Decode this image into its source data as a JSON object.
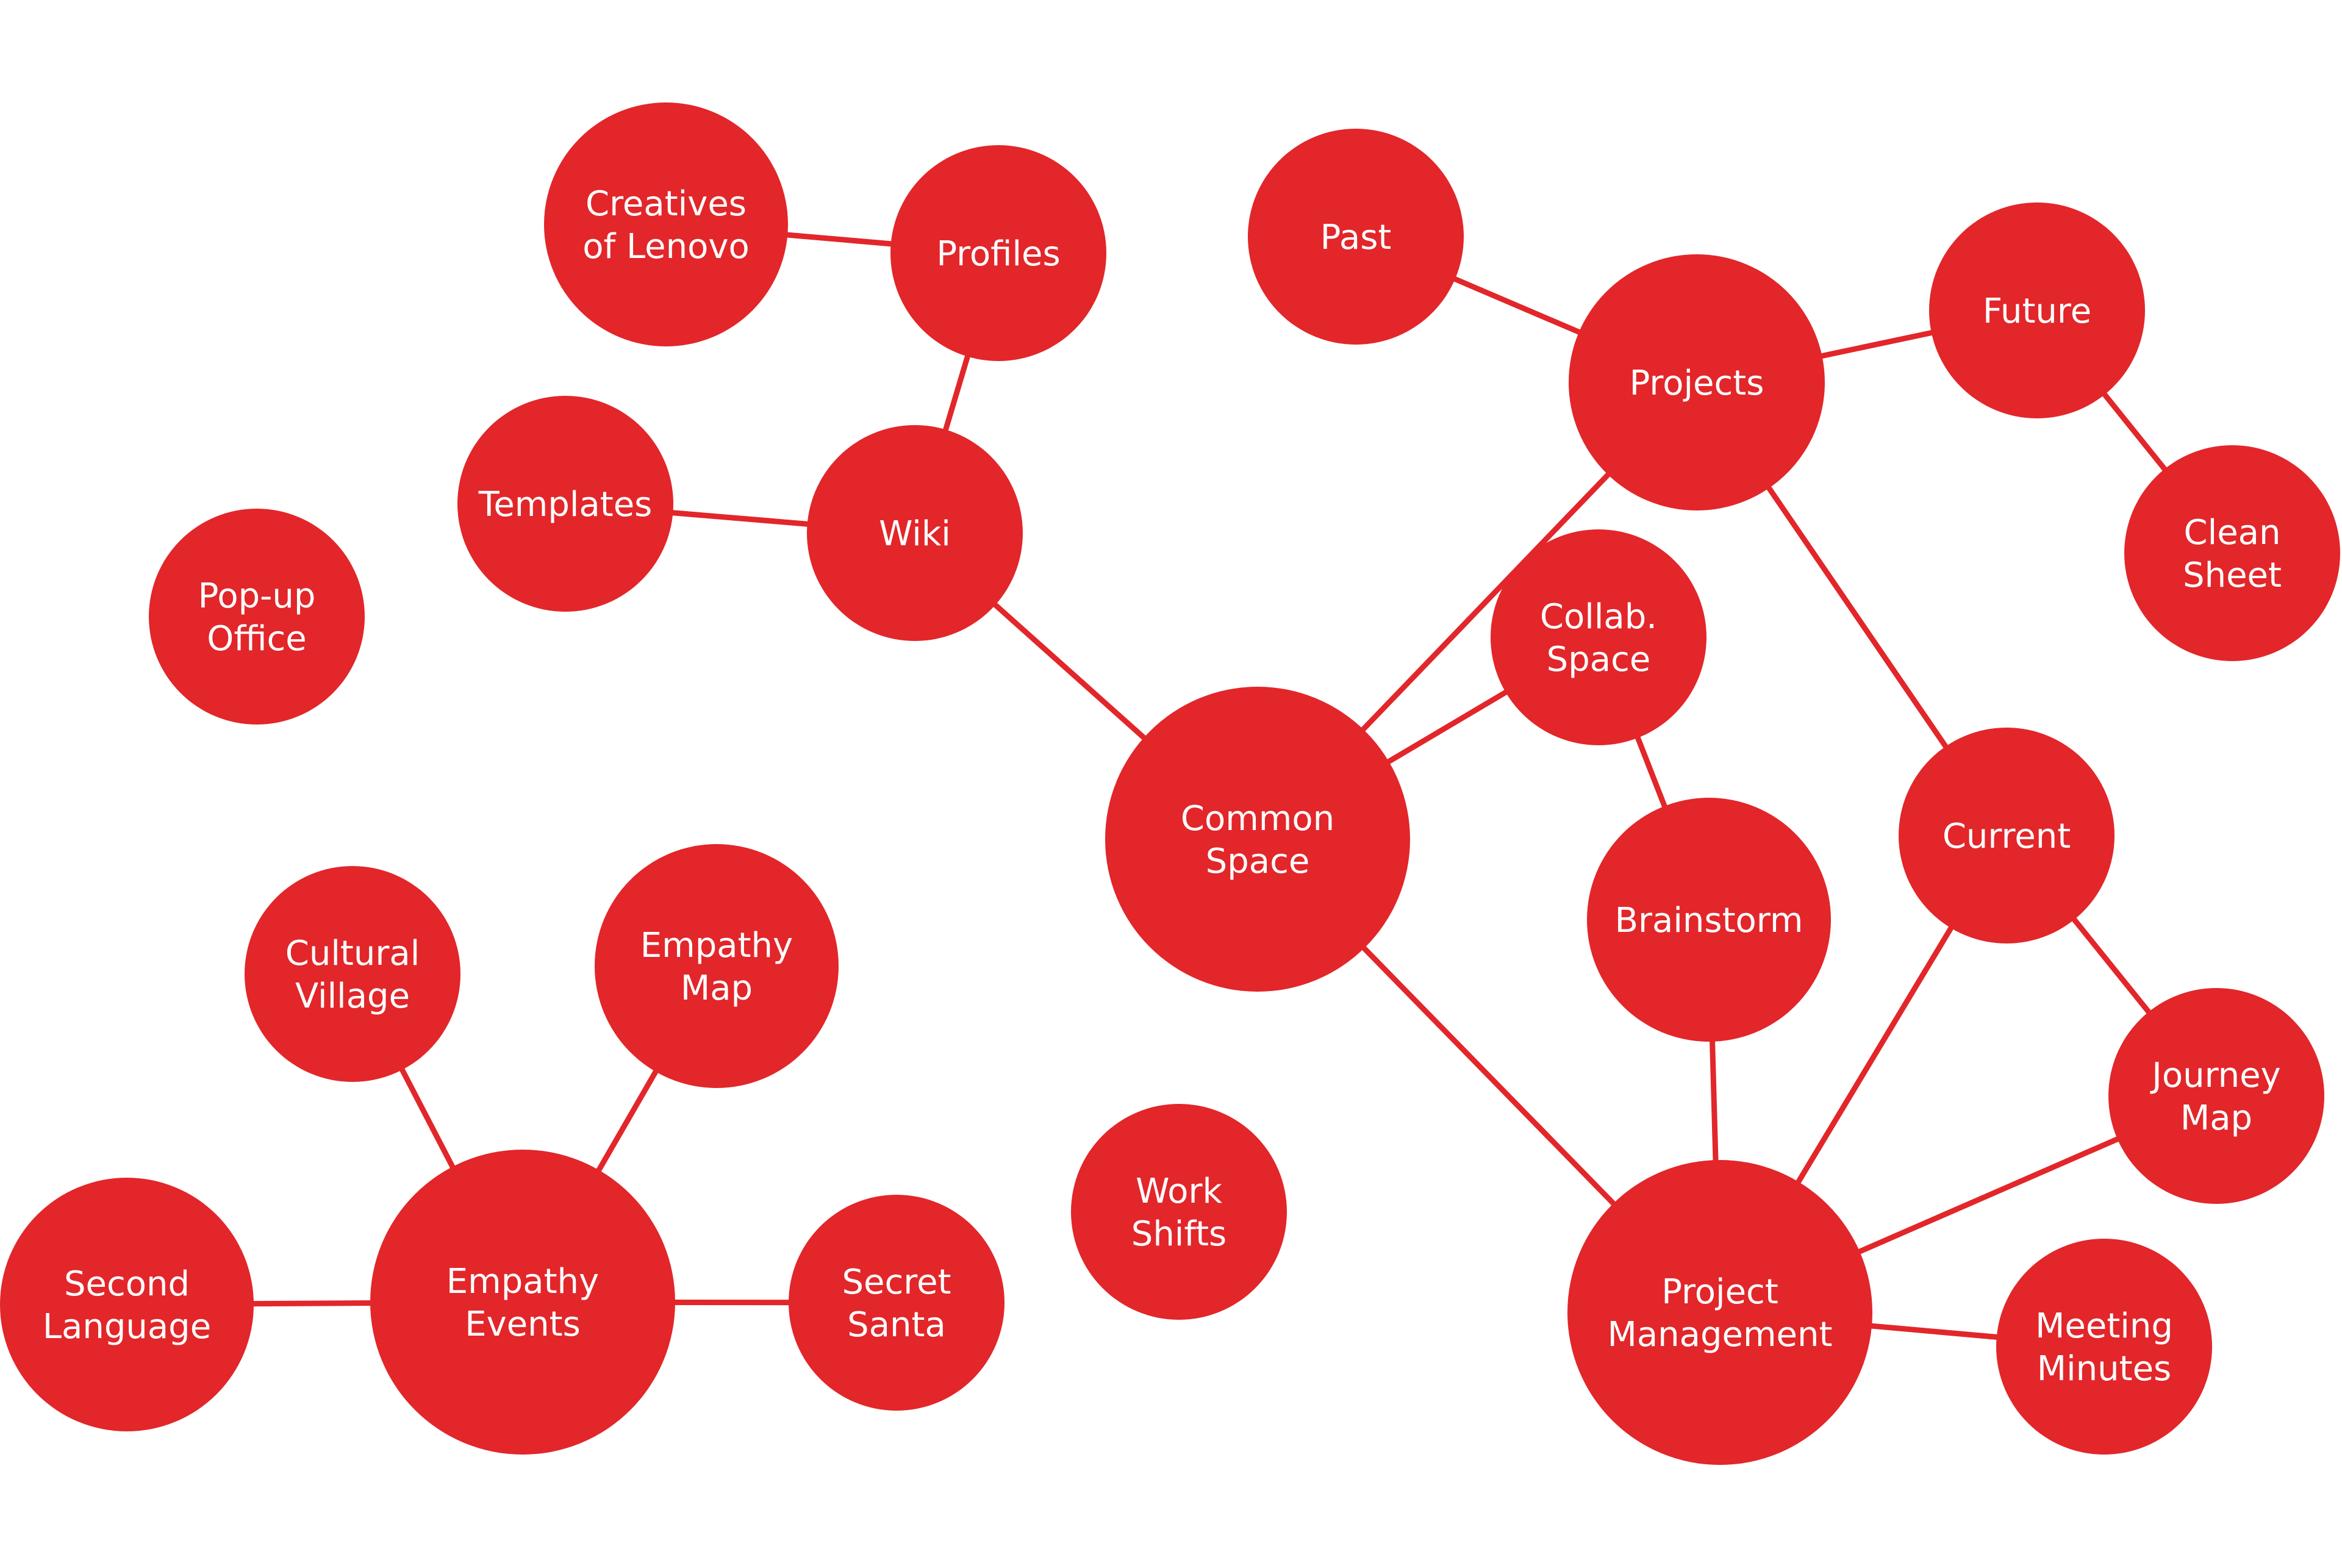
{
  "diagram": {
    "type": "mind-map",
    "node_color": "#e2262a",
    "edge_color": "#e2262a",
    "label_color": "#ffffff",
    "nodes": [
      {
        "id": "creatives",
        "lines": [
          "Creatives",
          "of Lenovo"
        ]
      },
      {
        "id": "profiles",
        "lines": [
          "Profiles"
        ]
      },
      {
        "id": "templates",
        "lines": [
          "Templates"
        ]
      },
      {
        "id": "wiki",
        "lines": [
          "Wiki"
        ]
      },
      {
        "id": "popup",
        "lines": [
          "Pop-up",
          "Office"
        ]
      },
      {
        "id": "past",
        "lines": [
          "Past"
        ]
      },
      {
        "id": "projects",
        "lines": [
          "Projects"
        ]
      },
      {
        "id": "future",
        "lines": [
          "Future"
        ]
      },
      {
        "id": "cleansheet",
        "lines": [
          "Clean",
          "Sheet"
        ]
      },
      {
        "id": "collab",
        "lines": [
          "Collab.",
          "Space"
        ]
      },
      {
        "id": "common",
        "lines": [
          "Common",
          "Space"
        ]
      },
      {
        "id": "brainstorm",
        "lines": [
          "Brainstorm"
        ]
      },
      {
        "id": "current",
        "lines": [
          "Current"
        ]
      },
      {
        "id": "journey",
        "lines": [
          "Journey",
          "Map"
        ]
      },
      {
        "id": "pm",
        "lines": [
          "Project",
          "Management"
        ]
      },
      {
        "id": "meeting",
        "lines": [
          "Meeting",
          "Minutes"
        ]
      },
      {
        "id": "workshifts",
        "lines": [
          "Work",
          "Shifts"
        ]
      },
      {
        "id": "cultural",
        "lines": [
          "Cultural",
          "Village"
        ]
      },
      {
        "id": "empathymap",
        "lines": [
          "Empathy",
          "Map"
        ]
      },
      {
        "id": "secondlang",
        "lines": [
          "Second",
          "Language"
        ]
      },
      {
        "id": "empathyevents",
        "lines": [
          "Empathy",
          "Events"
        ]
      },
      {
        "id": "secretsanta",
        "lines": [
          "Secret",
          "Santa"
        ]
      }
    ],
    "edges": [
      [
        "creatives",
        "profiles"
      ],
      [
        "profiles",
        "wiki"
      ],
      [
        "templates",
        "wiki"
      ],
      [
        "wiki",
        "common"
      ],
      [
        "past",
        "projects"
      ],
      [
        "projects",
        "future"
      ],
      [
        "future",
        "cleansheet"
      ],
      [
        "projects",
        "common"
      ],
      [
        "projects",
        "current"
      ],
      [
        "collab",
        "common"
      ],
      [
        "collab",
        "brainstorm"
      ],
      [
        "brainstorm",
        "pm"
      ],
      [
        "common",
        "pm"
      ],
      [
        "current",
        "pm"
      ],
      [
        "current",
        "journey"
      ],
      [
        "journey",
        "pm"
      ],
      [
        "pm",
        "meeting"
      ],
      [
        "cultural",
        "empathyevents"
      ],
      [
        "empathymap",
        "empathyevents"
      ],
      [
        "secondlang",
        "empathyevents"
      ],
      [
        "empathyevents",
        "secretsanta"
      ]
    ]
  }
}
